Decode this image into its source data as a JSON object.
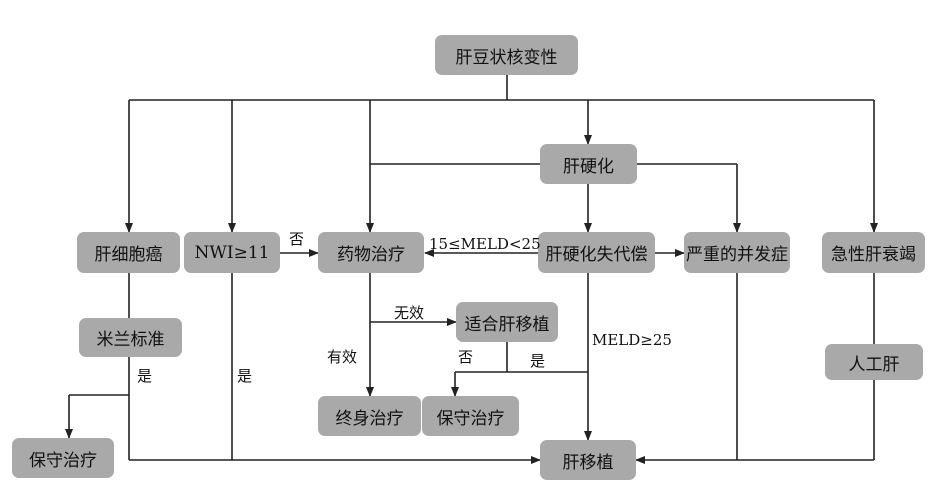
{
  "nodes": {
    "wilson": "肝豆状核变性",
    "cirrhosis": "肝硬化",
    "hcc": "肝细胞癌",
    "nwi": "NWI≥11",
    "drug": "药物治疗",
    "decomp": "肝硬化失代偿",
    "complication": "严重的并发症",
    "alf": "急性肝衰竭",
    "milan": "米兰标准",
    "suitable": "适合肝移植",
    "artificial": "人工肝",
    "lifelong": "终身治疗",
    "conservative_mid": "保守治疗",
    "conservative_left": "保守治疗",
    "transplant": "肝移植"
  },
  "edge_labels": {
    "no_nwi": "否",
    "meld_mid": "15≤MELD<25",
    "invalid": "无效",
    "valid": "有效",
    "no_suitable": "否",
    "yes_suitable": "是",
    "meld_high": "MELD≥25",
    "yes_milan": "是",
    "yes_nwi": "是"
  }
}
